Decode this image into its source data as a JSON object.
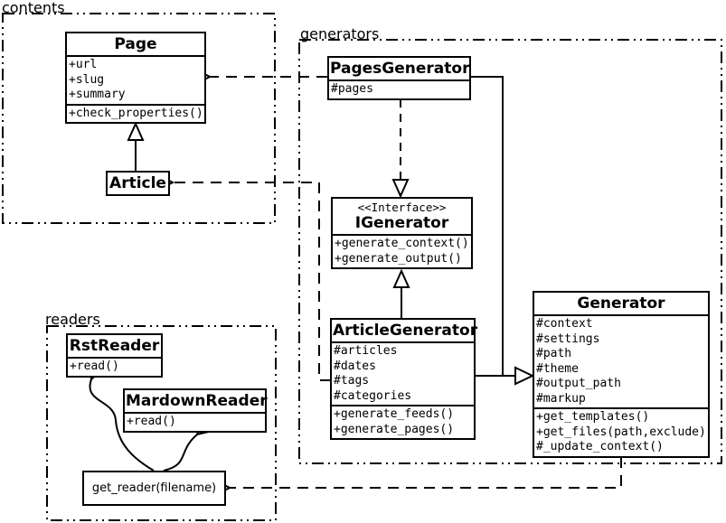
{
  "diagram": {
    "type": "uml-class-diagram",
    "colors": {
      "background": "#ffffff",
      "line": "#000000",
      "box_fill": "#ffffff"
    }
  },
  "packages": {
    "contents": {
      "label": "contents"
    },
    "generators": {
      "label": "generators"
    },
    "readers": {
      "label": "readers"
    }
  },
  "classes": {
    "page": {
      "title": "Page",
      "attributes": [
        "+url",
        "+slug",
        "+summary"
      ],
      "methods": [
        "+check_properties()"
      ]
    },
    "article": {
      "title": "Article"
    },
    "pages_generator": {
      "title": "PagesGenerator",
      "attributes": [
        "#pages"
      ]
    },
    "igenerator": {
      "stereotype": "<<Interface>>",
      "title": "IGenerator",
      "methods": [
        "+generate_context()",
        "+generate_output()"
      ]
    },
    "article_generator": {
      "title": "ArticleGenerator",
      "attributes": [
        "#articles",
        "#dates",
        "#tags",
        "#categories"
      ],
      "methods": [
        "+generate_feeds()",
        "+generate_pages()"
      ]
    },
    "generator": {
      "title": "Generator",
      "attributes": [
        "#context",
        "#settings",
        "#path",
        "#theme",
        "#output_path",
        "#markup"
      ],
      "methods": [
        "+get_templates()",
        "+get_files(path,exclude)",
        "#_update_context()"
      ]
    },
    "rst_reader": {
      "title": "RstReader",
      "methods": [
        "+read()"
      ]
    },
    "mardown_reader": {
      "title": "MardownReader",
      "methods": [
        "+read()"
      ]
    },
    "get_reader": {
      "title": "get_reader(filename)"
    }
  },
  "relationships": [
    {
      "type": "generalization",
      "from": "Article",
      "to": "Page"
    },
    {
      "type": "realization",
      "from": "PagesGenerator",
      "to": "IGenerator"
    },
    {
      "type": "generalization",
      "from": "ArticleGenerator",
      "to": "IGenerator"
    },
    {
      "type": "generalization",
      "from": "PagesGenerator",
      "to": "Generator"
    },
    {
      "type": "generalization",
      "from": "ArticleGenerator",
      "to": "Generator"
    },
    {
      "type": "dependency",
      "from": "PagesGenerator",
      "to": "Page"
    },
    {
      "type": "dependency",
      "from": "ArticleGenerator",
      "to": "Article"
    },
    {
      "type": "dependency",
      "from": "Generator",
      "to": "get_reader(filename)"
    },
    {
      "type": "uses",
      "from": "get_reader(filename)",
      "to": "RstReader"
    },
    {
      "type": "uses",
      "from": "get_reader(filename)",
      "to": "MardownReader"
    }
  ]
}
